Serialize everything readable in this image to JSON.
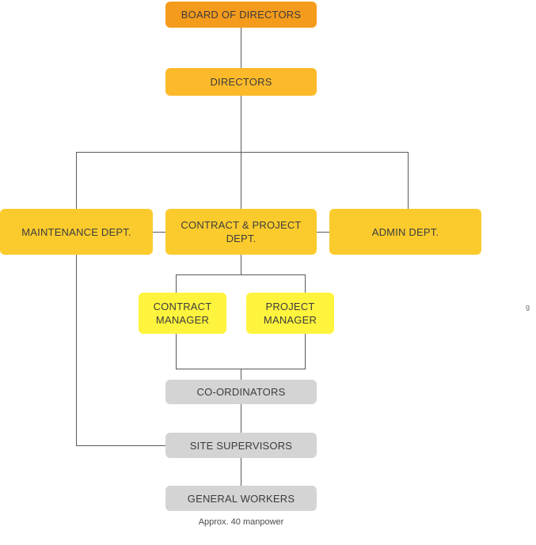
{
  "chart_data": {
    "type": "diagram",
    "subtype": "organization-chart",
    "title": "",
    "orientation": "top-down",
    "levels": [
      {
        "name": "board",
        "color": "#f59b1c"
      },
      {
        "name": "directors",
        "color": "#fcba2a"
      },
      {
        "name": "departments",
        "color": "#fbcb2d"
      },
      {
        "name": "managers",
        "color": "#fff43d"
      },
      {
        "name": "operations",
        "color": "#d4d4d4"
      }
    ],
    "nodes": [
      {
        "id": "board",
        "label": "BOARD OF DIRECTORS",
        "level": "board",
        "color": "#f59b1c"
      },
      {
        "id": "directors",
        "label": "DIRECTORS",
        "level": "directors",
        "color": "#fcba2a"
      },
      {
        "id": "maintenance",
        "label": "MAINTENANCE DEPT.",
        "level": "departments",
        "color": "#fbcb2d"
      },
      {
        "id": "contract_proj",
        "label": "CONTRACT & PROJECT\nDEPT.",
        "level": "departments",
        "color": "#fbcb2d"
      },
      {
        "id": "admin",
        "label": "ADMIN DEPT.",
        "level": "departments",
        "color": "#fbcb2d"
      },
      {
        "id": "contract_mgr",
        "label": "CONTRACT\nMANAGER",
        "level": "managers",
        "color": "#fff43d"
      },
      {
        "id": "project_mgr",
        "label": "PROJECT\nMANAGER",
        "level": "managers",
        "color": "#fff43d"
      },
      {
        "id": "coordinators",
        "label": "CO-ORDINATORS",
        "level": "operations",
        "color": "#d4d4d4"
      },
      {
        "id": "supervisors",
        "label": "SITE SUPERVISORS",
        "level": "operations",
        "color": "#d4d4d4"
      },
      {
        "id": "workers",
        "label": "GENERAL WORKERS",
        "level": "operations",
        "color": "#d4d4d4"
      }
    ],
    "edges": [
      {
        "from": "board",
        "to": "directors"
      },
      {
        "from": "directors",
        "to": "maintenance"
      },
      {
        "from": "directors",
        "to": "contract_proj"
      },
      {
        "from": "directors",
        "to": "admin"
      },
      {
        "from": "contract_proj",
        "to": "contract_mgr"
      },
      {
        "from": "contract_proj",
        "to": "project_mgr"
      },
      {
        "from": "contract_mgr",
        "to": "coordinators"
      },
      {
        "from": "project_mgr",
        "to": "coordinators"
      },
      {
        "from": "coordinators",
        "to": "supervisors"
      },
      {
        "from": "maintenance",
        "to": "supervisors"
      },
      {
        "from": "supervisors",
        "to": "workers"
      }
    ],
    "annotations": [
      {
        "id": "manpower-note",
        "text": "Approx. 40 manpower",
        "attached_to": "workers"
      }
    ],
    "line_color": "#5a5a5a"
  },
  "nodes": {
    "board": {
      "label": "BOARD OF DIRECTORS"
    },
    "directors": {
      "label": "DIRECTORS"
    },
    "maintenance": {
      "label": "MAINTENANCE DEPT."
    },
    "contract_proj": {
      "label": "CONTRACT & PROJECT DEPT."
    },
    "admin": {
      "label": "ADMIN DEPT."
    },
    "contract_mgr": {
      "label": "CONTRACT MANAGER"
    },
    "project_mgr": {
      "label": "PROJECT MANAGER"
    },
    "coordinators": {
      "label": "CO-ORDINATORS"
    },
    "supervisors": {
      "label": "SITE SUPERVISORS"
    },
    "workers": {
      "label": "GENERAL WORKERS"
    }
  },
  "annotations": {
    "manpower_note": "Approx. 40 manpower",
    "edge_glyph": "g"
  }
}
